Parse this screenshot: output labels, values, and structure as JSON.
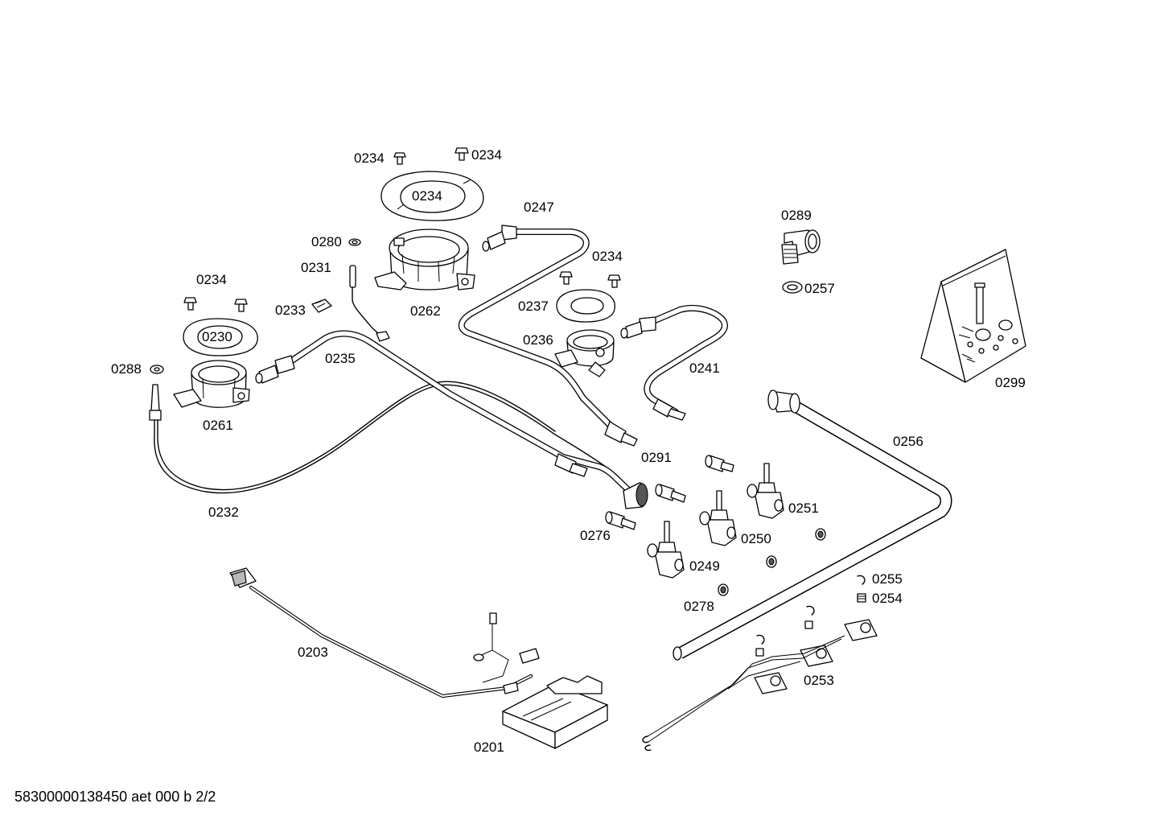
{
  "labels": {
    "p0234_a": "0234",
    "p0234_b": "0234",
    "p0234_ring": "0234",
    "p0234_c": "0234",
    "p0234_d": "0234",
    "p0247": "0247",
    "p0289": "0289",
    "p0280": "0280",
    "p0231": "0231",
    "p0233": "0233",
    "p0262": "0262",
    "p0257": "0257",
    "p0237": "0237",
    "p0230": "0230",
    "p0236": "0236",
    "p0288": "0288",
    "p0235": "0235",
    "p0261": "0261",
    "p0241": "0241",
    "p0299": "0299",
    "p0256": "0256",
    "p0291": "0291",
    "p0251": "0251",
    "p0232": "0232",
    "p0276": "0276",
    "p0250": "0250",
    "p0249": "0249",
    "p0255": "0255",
    "p0278": "0278",
    "p0254": "0254",
    "p0203": "0203",
    "p0253": "0253",
    "p0201": "0201"
  },
  "footer": "58300000138450 aet 000 b 2/2"
}
